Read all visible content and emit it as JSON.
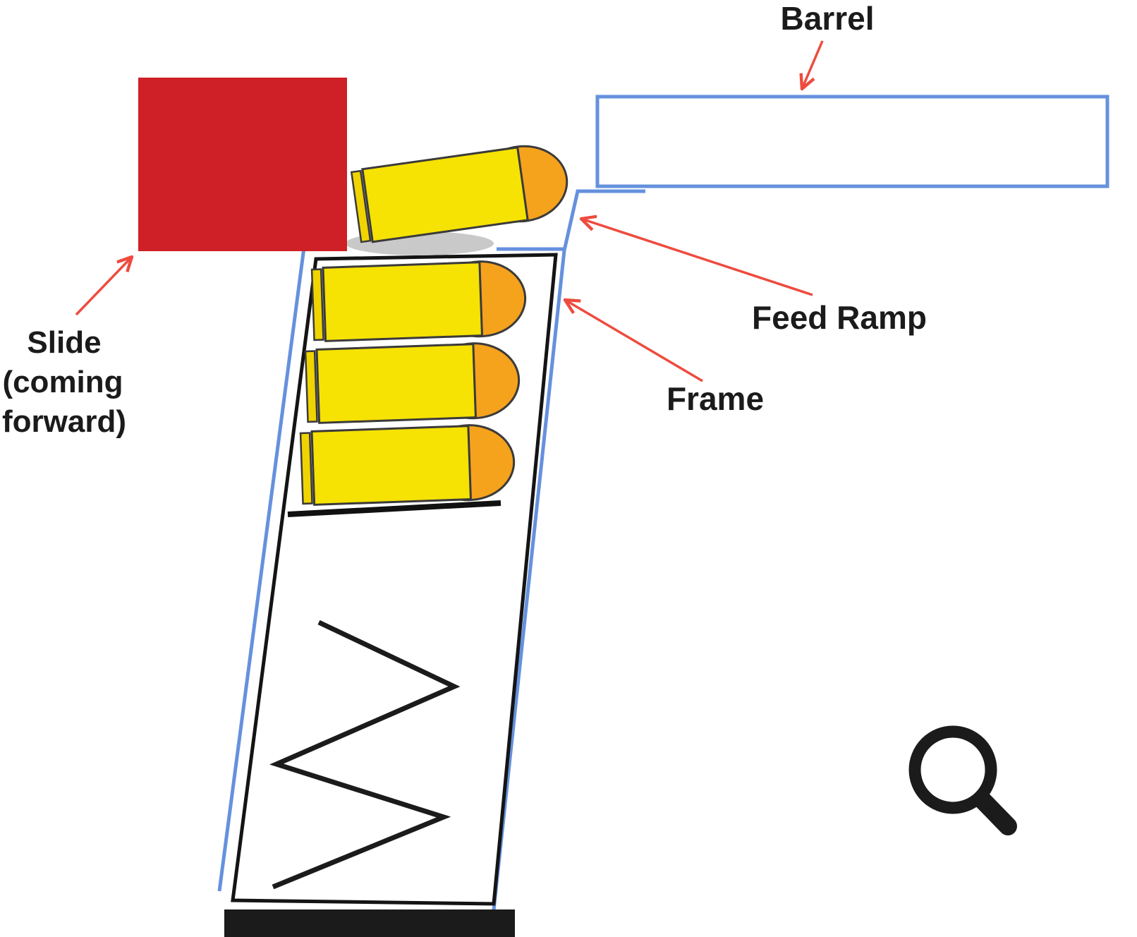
{
  "page": {
    "background": "#ffffff"
  },
  "diagram": {
    "type": "annotated_diagram",
    "labels": {
      "barrel": "Barrel",
      "slide": {
        "line1": "Slide",
        "line2": "(coming",
        "line3": "forward)"
      },
      "feed_ramp": "Feed Ramp",
      "frame": "Frame"
    },
    "colors": {
      "slide_fill": "#ce2026",
      "outline_blue": "#6591dd",
      "cartridge_body": "#f6e203",
      "cartridge_rim": "#f0d400",
      "cartridge_tip": "#f5a21d",
      "arrow_red": "#ee4b3e",
      "ink_black": "#1b1b1b",
      "follower_gray": "#c9c9c9"
    },
    "icons": {
      "magnifier": "magnifier-icon"
    }
  }
}
